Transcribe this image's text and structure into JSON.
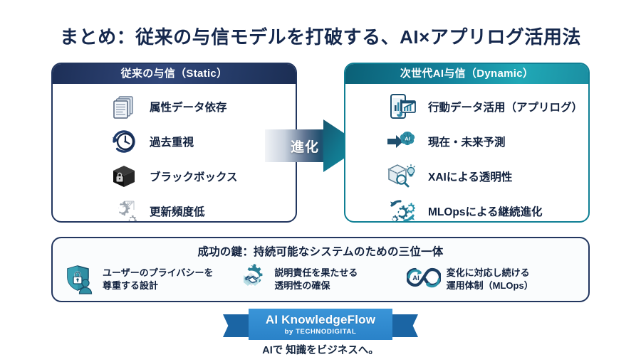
{
  "title": "まとめ：従来の与信モデルを打破する、AI×アプリログ活用法",
  "colors": {
    "navy": "#22365f",
    "teal": "#0f7f94",
    "ribbon_blue": "#2a82c8",
    "text_dark": "#10203d"
  },
  "left_panel": {
    "heading": "従来の与信（Static）",
    "items": [
      {
        "icon": "documents-icon",
        "label": "属性データ依存"
      },
      {
        "icon": "clock-rewind-icon",
        "label": "過去重視"
      },
      {
        "icon": "black-box-lock-icon",
        "label": "ブラックボックス"
      },
      {
        "icon": "gears-cobweb-icon",
        "label": "更新頻度低"
      }
    ]
  },
  "arrow": {
    "label": "進化",
    "icon": "right-arrow-icon"
  },
  "right_panel": {
    "heading": "次世代AI与信（Dynamic）",
    "items": [
      {
        "icon": "smartphone-analytics-icon",
        "label": "行動データ活用（アプリログ）"
      },
      {
        "icon": "ai-brain-icon",
        "label": "現在・未来予測"
      },
      {
        "icon": "transparent-cube-magnifier-icon",
        "label": "XAIによる透明性"
      },
      {
        "icon": "gears-cycle-icon",
        "label": "MLOpsによる継続進化"
      }
    ]
  },
  "bottom_panel": {
    "heading": "成功の鍵：持続可能なシステムのための三位一体",
    "pillars": [
      {
        "icon": "shield-lock-user-icon",
        "line1": "ユーザーのプライバシーを",
        "line2": "尊重する設計"
      },
      {
        "icon": "gear-handshake-icon",
        "line1": "説明責任を果たせる",
        "line2": "透明性の確保"
      },
      {
        "icon": "infinity-ai-cloud-icon",
        "line1": "変化に対応し続ける",
        "line2": "運用体制（MLOps）"
      }
    ]
  },
  "footer": {
    "brand": "AI KnowledgeFlow",
    "by_line": "by TECHNODIGITAL",
    "tagline": "AIで 知識をビジネスへ。"
  }
}
